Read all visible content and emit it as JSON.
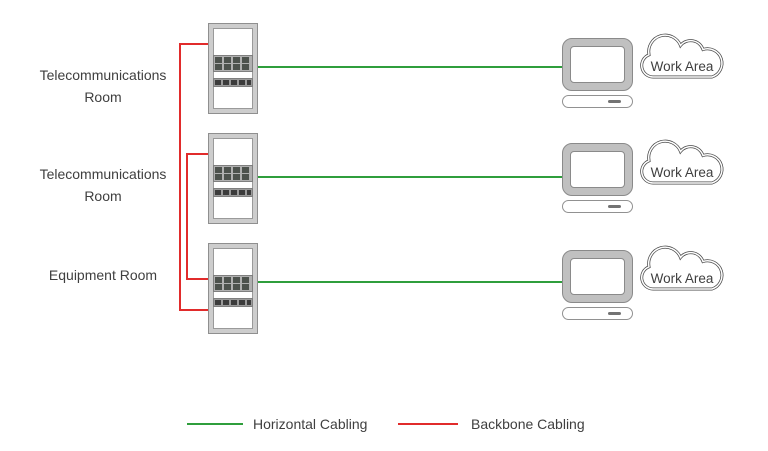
{
  "rows": [
    {
      "label": "Telecommunications Room",
      "cloud_label": "Work Area"
    },
    {
      "label": "Telecommunications Room",
      "cloud_label": "Work Area"
    },
    {
      "label": "Equipment Room",
      "cloud_label": "Work Area"
    }
  ],
  "legend": {
    "items": [
      {
        "label": "Horizontal Cabling",
        "color": "#2f9e3c"
      },
      {
        "label": "Backbone Cabling",
        "color": "#e12b2b"
      }
    ]
  },
  "colors": {
    "horizontal_cabling": "#2f9e3c",
    "backbone_cabling": "#e12b2b",
    "text": "#3f3f3f",
    "rack_frame": "#cdcdcd",
    "device_frame": "#c0c0c0",
    "outline": "#8a8a8a"
  },
  "icons": {
    "rack": "server-rack-icon",
    "workstation": "monitor-keyboard-icon",
    "work_area": "work-area-cloud-icon"
  }
}
